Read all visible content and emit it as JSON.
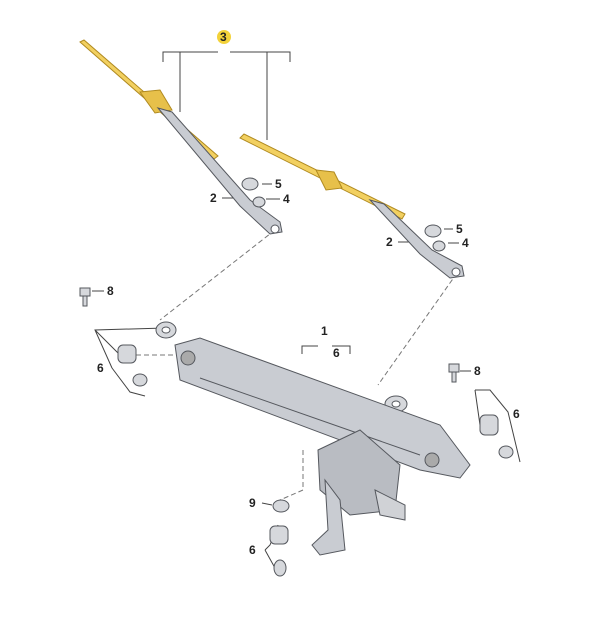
{
  "diagram": {
    "callouts": {
      "wiper_blades": "3",
      "cap_left": "5",
      "arm_left": "2",
      "nut_left": "4",
      "cap_right": "5",
      "arm_right": "2",
      "nut_right": "4",
      "bolt_left": "8",
      "bush_group_left": "6",
      "linkage": "1",
      "linkage_sub": "6",
      "bolt_right": "8",
      "bush_group_right": "6",
      "nut_motor": "9",
      "bush_group_motor": "6"
    },
    "colors": {
      "blade": "#f2d060",
      "blade_edge": "#b08a20",
      "metal": "#c9ccd2",
      "metal_edge": "#55585e",
      "highlight": "#f3d23a"
    }
  }
}
